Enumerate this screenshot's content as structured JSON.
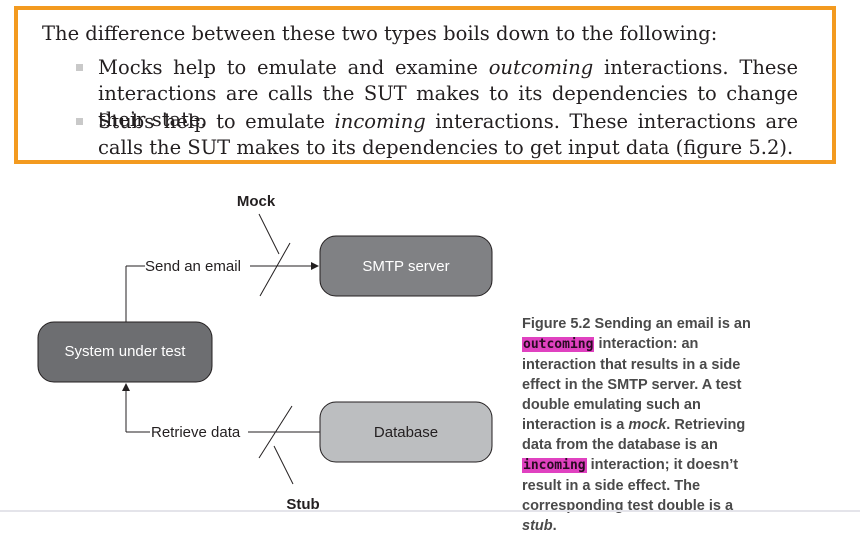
{
  "callout": {
    "intro": "The difference between these two types boils down to the following:",
    "bullets": [
      {
        "before": "Mocks help to emulate and examine ",
        "emph": "outcoming",
        "after": " interactions. These interactions are calls the SUT makes to its dependencies to change their state."
      },
      {
        "before": "Stubs help to emulate ",
        "emph": "incoming",
        "after": " interactions. These interactions are calls the SUT makes to its dependencies to get input data (figure 5.2)."
      }
    ]
  },
  "diagram": {
    "sut_label": "System under test",
    "smtp_label": "SMTP server",
    "database_label": "Database",
    "send_label": "Send an email",
    "retrieve_label": "Retrieve data",
    "mock_label": "Mock",
    "stub_label": "Stub"
  },
  "caption": {
    "part1": "Figure 5.2   Sending an email is an ",
    "hl1": "outcoming",
    "part2": " interaction: an interaction that results in a side effect in the SMTP server. A test double emulating such an interaction is a ",
    "mock_word": "mock",
    "part3": ". Retrieving data from the database is an ",
    "hl2": "incoming",
    "part4": " interaction; it doesn’t result in a side effect. The corresponding test double is a ",
    "stub_word": "stub",
    "part5": "."
  },
  "colors": {
    "callout_border": "#f39a1f",
    "sut_fill": "#6d6e71",
    "smtp_fill": "#808184",
    "database_fill": "#bcbec0",
    "highlight": "#e041c0"
  }
}
